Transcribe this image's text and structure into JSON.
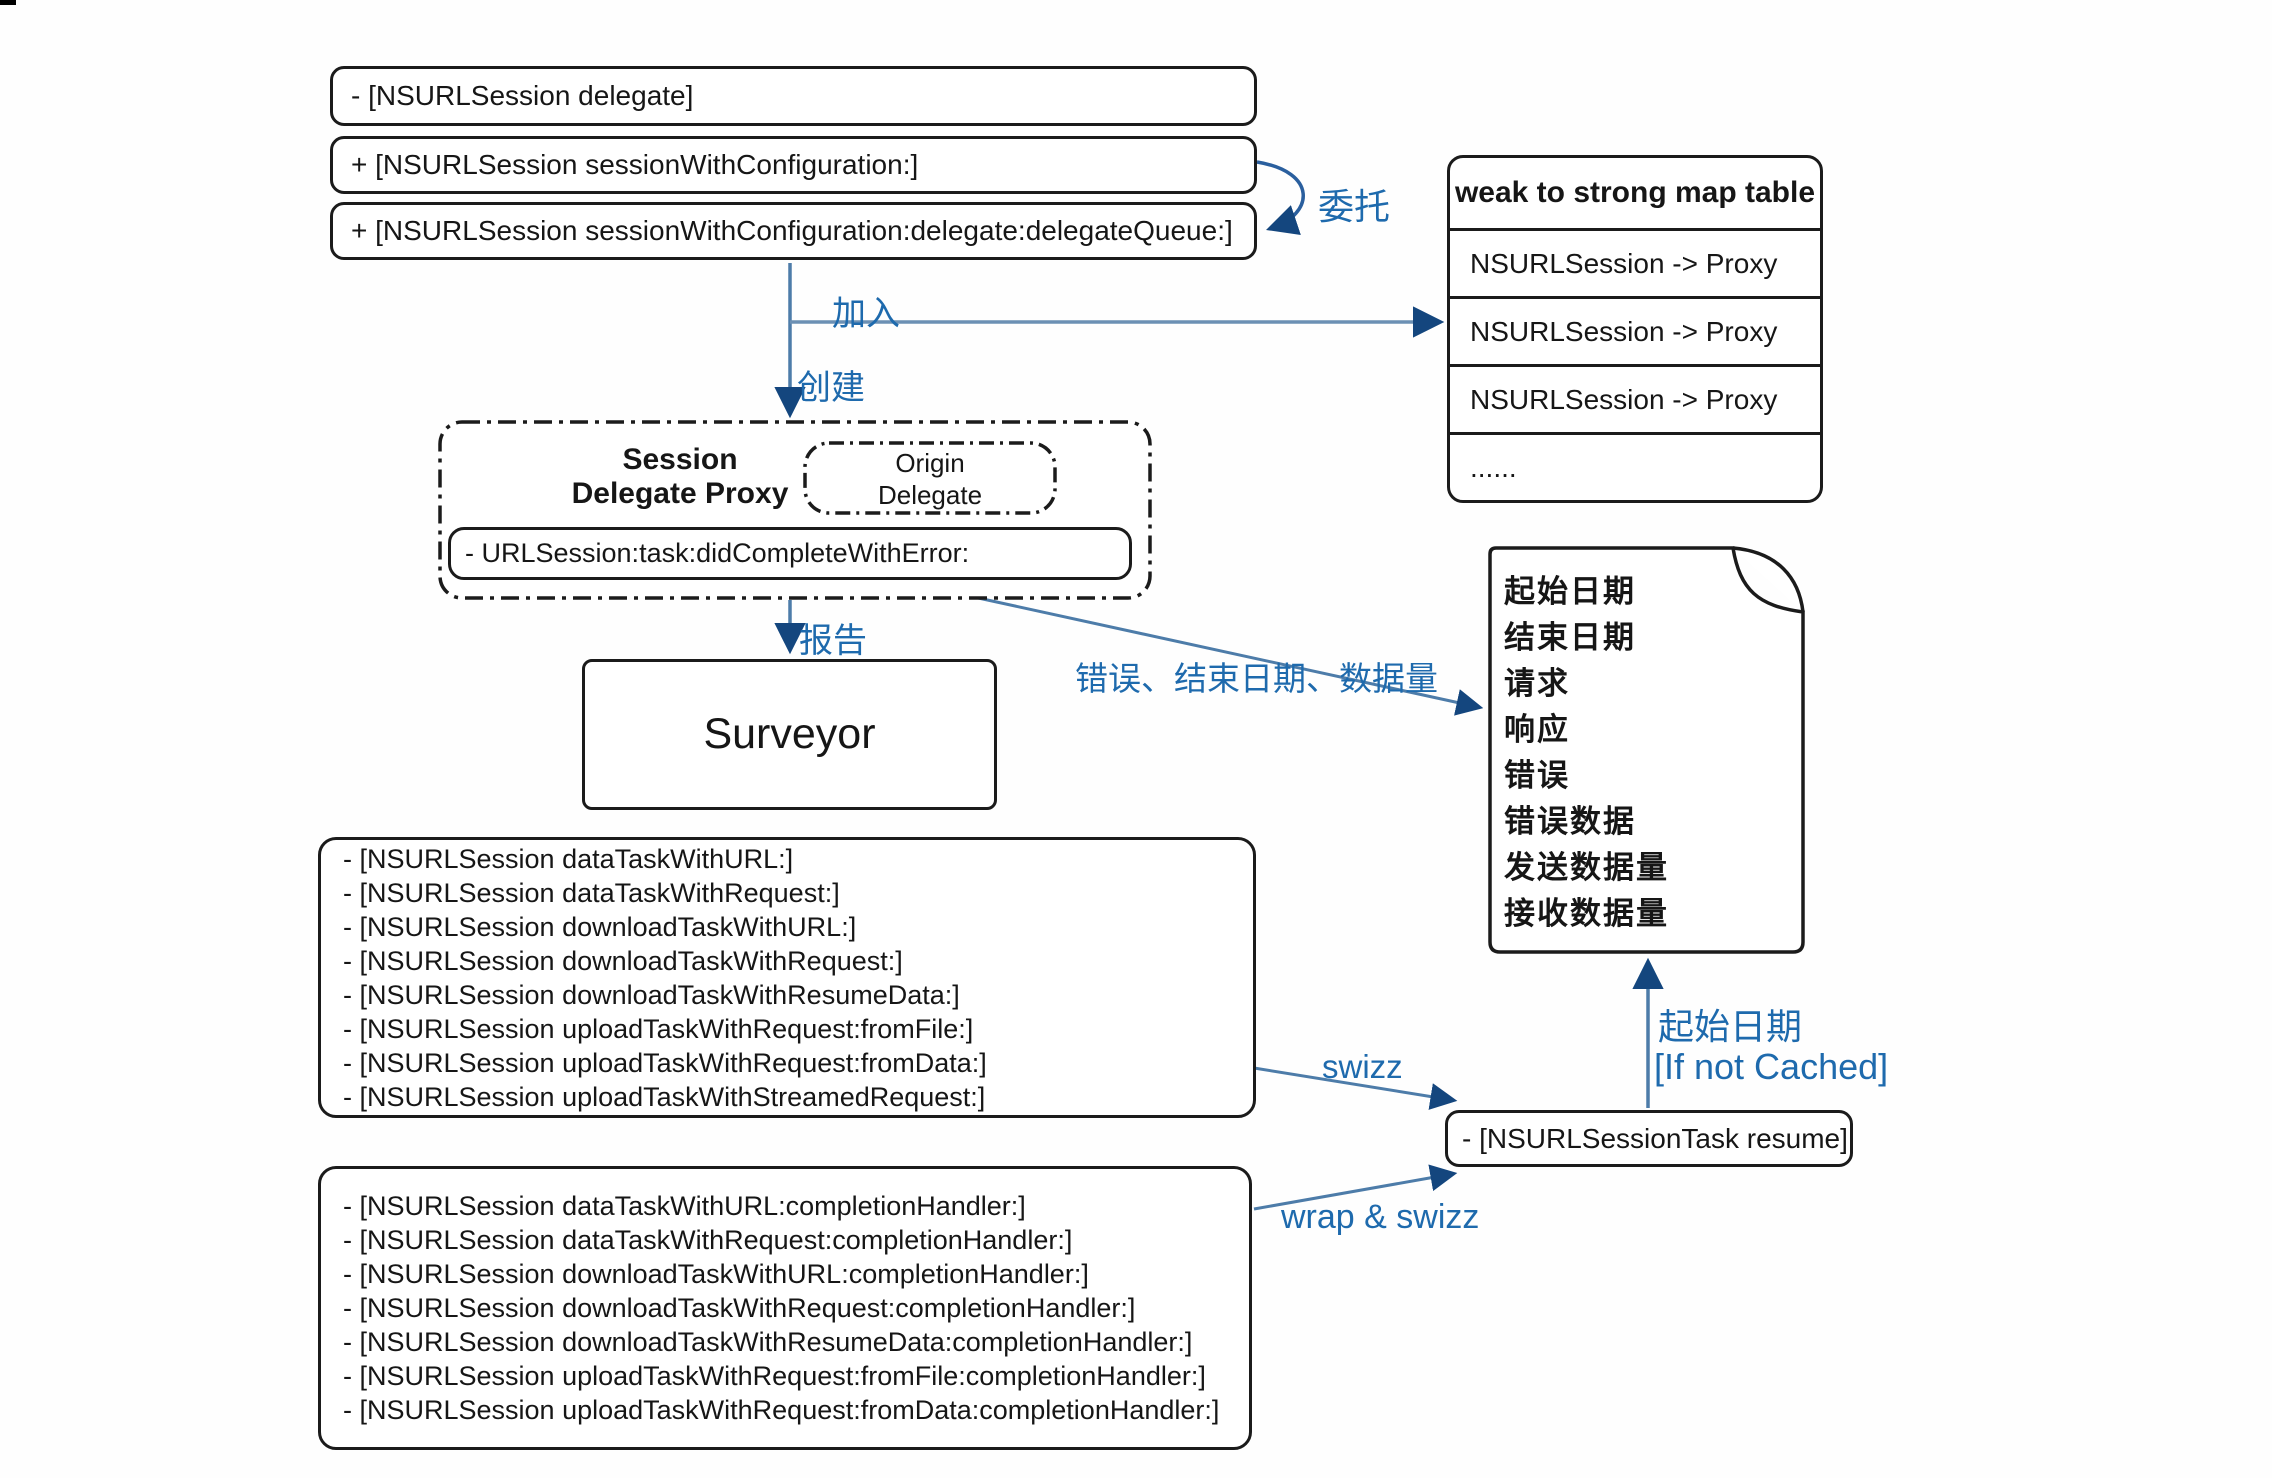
{
  "colors": {
    "background": "#fefefe",
    "box_border": "#1b1b1b",
    "line_blue": "#5c85ad",
    "arrowhead_blue": "#14467e",
    "curve_blue": "#2a5f9e",
    "label_blue": "#1e6aad"
  },
  "top_boxes": [
    {
      "label": "- [NSURLSession delegate]"
    },
    {
      "label": "+ [NSURLSession sessionWithConfiguration:]"
    },
    {
      "label": "+ [NSURLSession sessionWithConfiguration:delegate:delegateQueue:]"
    }
  ],
  "map_table": {
    "title": "weak to strong map table",
    "rows": [
      "NSURLSession -> Proxy",
      "NSURLSession -> Proxy",
      "NSURLSession -> Proxy",
      "......"
    ]
  },
  "proxy": {
    "title_line1": "Session",
    "title_line2": "Delegate Proxy",
    "origin_line1": "Origin",
    "origin_line2": "Delegate",
    "method": "- URLSession:task:didCompleteWithError:"
  },
  "surveyor": {
    "label": "Surveyor"
  },
  "note": {
    "items": [
      "起始日期",
      "结束日期",
      "请求",
      "响应",
      "错误",
      "错误数据",
      "发送数据量",
      "接收数据量"
    ]
  },
  "task_methods": {
    "lines": [
      "- [NSURLSession dataTaskWithURL:]",
      "- [NSURLSession dataTaskWithRequest:]",
      "- [NSURLSession downloadTaskWithURL:]",
      "- [NSURLSession downloadTaskWithRequest:]",
      "- [NSURLSession downloadTaskWithResumeData:]",
      "- [NSURLSession uploadTaskWithRequest:fromFile:]",
      "- [NSURLSession uploadTaskWithRequest:fromData:]",
      "- [NSURLSession uploadTaskWithStreamedRequest:]"
    ]
  },
  "handler_methods": {
    "lines": [
      "- [NSURLSession dataTaskWithURL:completionHandler:]",
      "- [NSURLSession dataTaskWithRequest:completionHandler:]",
      "- [NSURLSession downloadTaskWithURL:completionHandler:]",
      "- [NSURLSession downloadTaskWithRequest:completionHandler:]",
      "- [NSURLSession downloadTaskWithResumeData:completionHandler:]",
      "- [NSURLSession uploadTaskWithRequest:fromFile:completionHandler:]",
      "- [NSURLSession uploadTaskWithRequest:fromData:completionHandler:]"
    ]
  },
  "resume_box": {
    "label": "- [NSURLSessionTask resume]"
  },
  "edge_labels": {
    "delegate": "委托",
    "join": "加入",
    "create": "创建",
    "report": "报告",
    "error_info": "错误、结束日期、数据量",
    "swizz": "swizz",
    "wrap_swizz": "wrap & swizz",
    "start_date": "起始日期",
    "if_not_cached": "[If not Cached]"
  }
}
